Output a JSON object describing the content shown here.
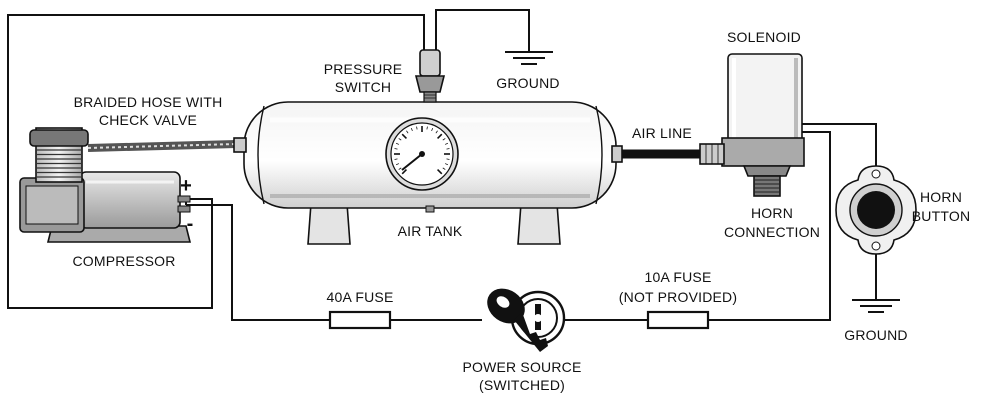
{
  "labels": {
    "pressure_switch_line1": "PRESSURE",
    "pressure_switch_line2": "SWITCH",
    "ground_top": "GROUND",
    "solenoid": "SOLENOID",
    "braided_hose_line1": "BRAIDED HOSE WITH",
    "braided_hose_line2": "CHECK VALVE",
    "air_line": "AIR LINE",
    "horn_button_line1": "HORN",
    "horn_button_line2": "BUTTON",
    "air_tank": "AIR TANK",
    "horn_connection_line1": "HORN",
    "horn_connection_line2": "CONNECTION",
    "compressor": "COMPRESSOR",
    "fuse_40a": "40A FUSE",
    "fuse_10a_line1": "10A FUSE",
    "fuse_10a_line2": "(NOT PROVIDED)",
    "ground_bottom": "GROUND",
    "power_source_line1": "POWER SOURCE",
    "power_source_line2": "(SWITCHED)",
    "positive": "+",
    "negative": "-"
  },
  "colors": {
    "line": "#111111",
    "metal_light": "#eeeeee",
    "metal_mid": "#bdbdbd",
    "metal_dark": "#555555",
    "background": "#ffffff"
  },
  "icons": {
    "key": "ignition-key-icon",
    "gauge": "pressure-gauge-icon",
    "ground": "ground-symbol-icon"
  }
}
